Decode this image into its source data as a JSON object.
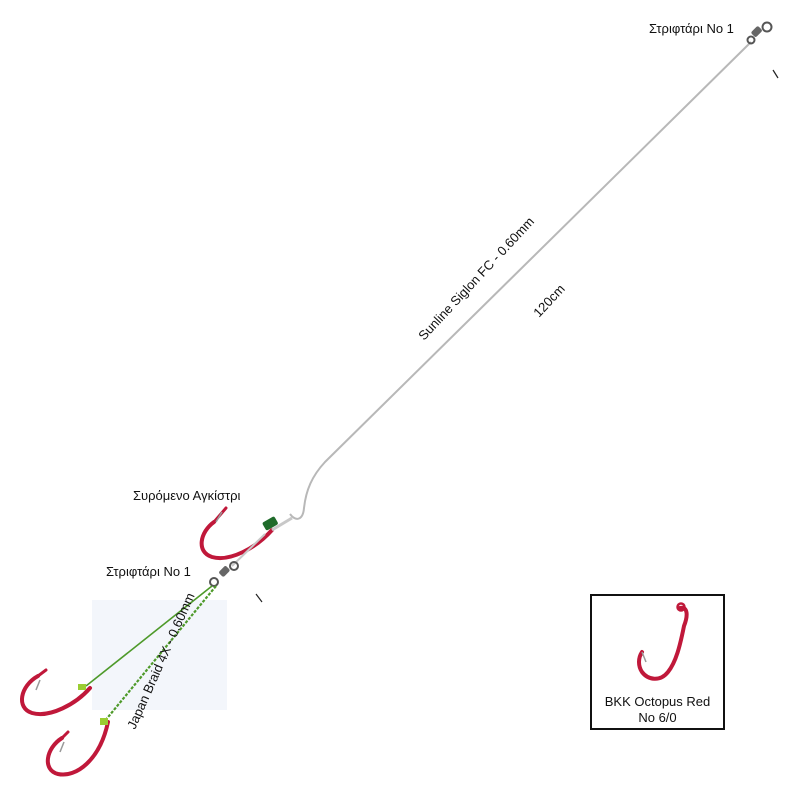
{
  "labels": {
    "top_swivel": "Στριφτάρι No 1",
    "main_line": "Sunline Siglon FC - 0.60mm",
    "main_length": "120cm",
    "sliding_hook": "Συρόμενο Αγκίστρι",
    "lower_swivel": "Στριφτάρι No 1",
    "braid": "Japan Braid 4X - 0.60mm"
  },
  "legend": {
    "line1": "BKK Octopus Red",
    "line2": "No 6/0"
  },
  "colors": {
    "line": "#b8b8b8",
    "hook": "#c0183a",
    "hook_dark": "#8a0f26",
    "braid": "#4e9a2a",
    "wrap": "#1f6b2a",
    "swivel": "#555555"
  }
}
